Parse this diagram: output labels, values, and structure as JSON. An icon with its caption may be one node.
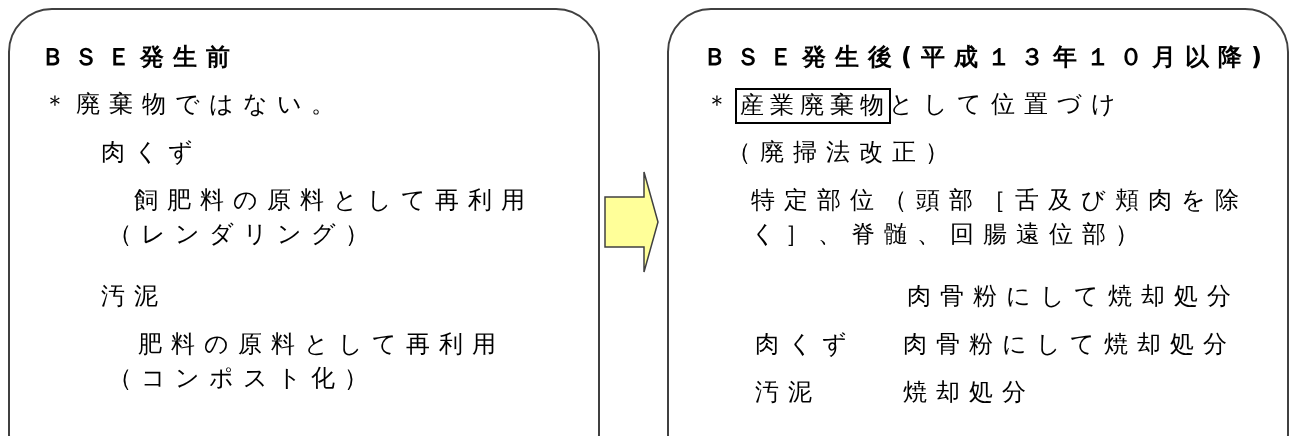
{
  "diagram": {
    "nodes": [
      {
        "text": [
          "ＢＳＥ発生前",
          "＊廃棄物ではない。",
          "肉くず",
          "飼肥料の原料として再利用（レンダリング）",
          "汚泥",
          "肥料の原料として再利用（コンポスト化）"
        ]
      },
      {
        "text": [
          "ＢＳＥ発生後(平成１３年１０月以降)",
          "＊",
          "として位置づけ",
          "（廃掃法改正）",
          "特定部位（頭部［舌及び頬肉を除く］、脊髄、回腸遠位部）",
          "肉骨粉にして焼却処分",
          "肉くず",
          "肉骨粉にして焼却処分",
          "汚泥",
          "焼却処分"
        ]
      },
      {
        "text": [
          "産業廃棄物"
        ],
        "in": 1
      }
    ],
    "edges": [
      {
        "from": 0,
        "to": 1,
        "arrow": "to"
      }
    ]
  }
}
